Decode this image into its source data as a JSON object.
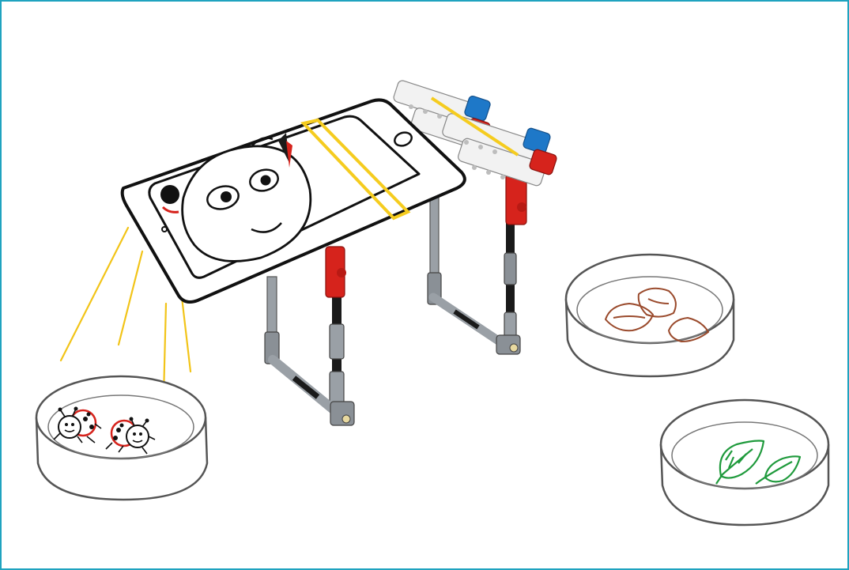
{
  "illustration": {
    "subjects": [
      "smartphone-microscope-stand",
      "ladybug-dish",
      "dried-leaves-dish",
      "fresh-leaves-dish"
    ],
    "colors": {
      "frame_border": "#1fa3bf",
      "outline": "#1a1a1a",
      "dish": "#555555",
      "light_rays": "#f2c418",
      "rubber_band": "#f5cc1f",
      "lego_red": "#d6231c",
      "lego_blue": "#1e78c8",
      "lego_white": "#f2f2f2",
      "lego_gray": "#9aa0a6",
      "dried_leaf": "#9a4a2c",
      "fresh_leaf": "#1f9a3c"
    },
    "icons": [
      "phone-icon",
      "ladybug-face-icon",
      "ladybug-icon",
      "dried-leaf-icon",
      "fresh-leaf-icon"
    ]
  }
}
